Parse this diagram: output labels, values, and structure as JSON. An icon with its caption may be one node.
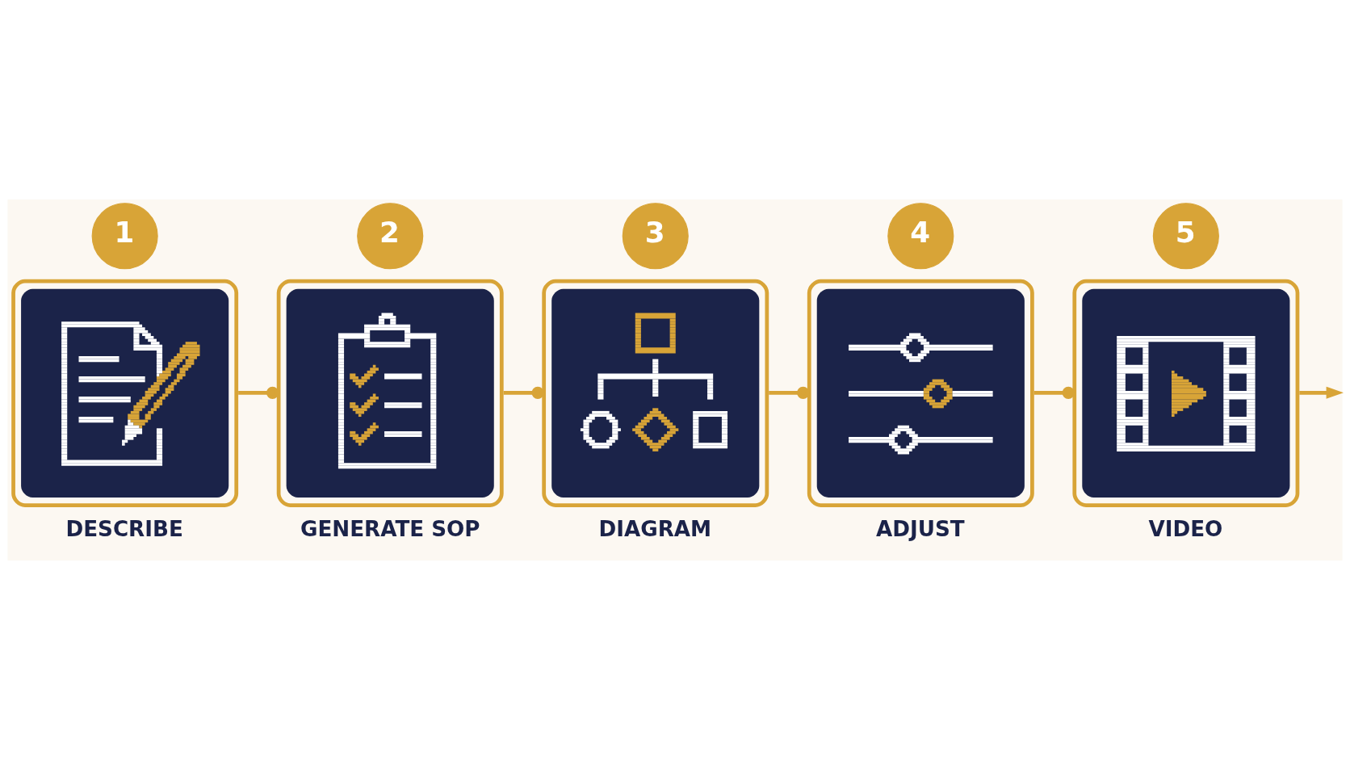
{
  "diagram": {
    "nodes": [
      {
        "text": [
          "1"
        ]
      },
      {
        "text": [
          "DESCRIBE"
        ]
      },
      {
        "text": [
          "2"
        ]
      },
      {
        "text": [
          "GENERATE SOP"
        ]
      },
      {
        "text": [
          "3"
        ]
      },
      {
        "text": [
          "DIAGRAM"
        ]
      },
      {
        "text": [
          "4"
        ]
      },
      {
        "text": [
          "ADJUST"
        ]
      },
      {
        "text": [
          "5"
        ]
      },
      {
        "text": [
          "VIDEO"
        ]
      }
    ],
    "edges": [
      {
        "from": 1,
        "to": 3,
        "arrow": "other"
      },
      {
        "from": 3,
        "to": 5,
        "arrow": "other"
      },
      {
        "from": 5,
        "to": 7,
        "arrow": "other"
      },
      {
        "from": 7,
        "to": 9,
        "arrow": "other"
      },
      {
        "from": 9,
        "to": null,
        "arrow": "to"
      }
    ]
  }
}
